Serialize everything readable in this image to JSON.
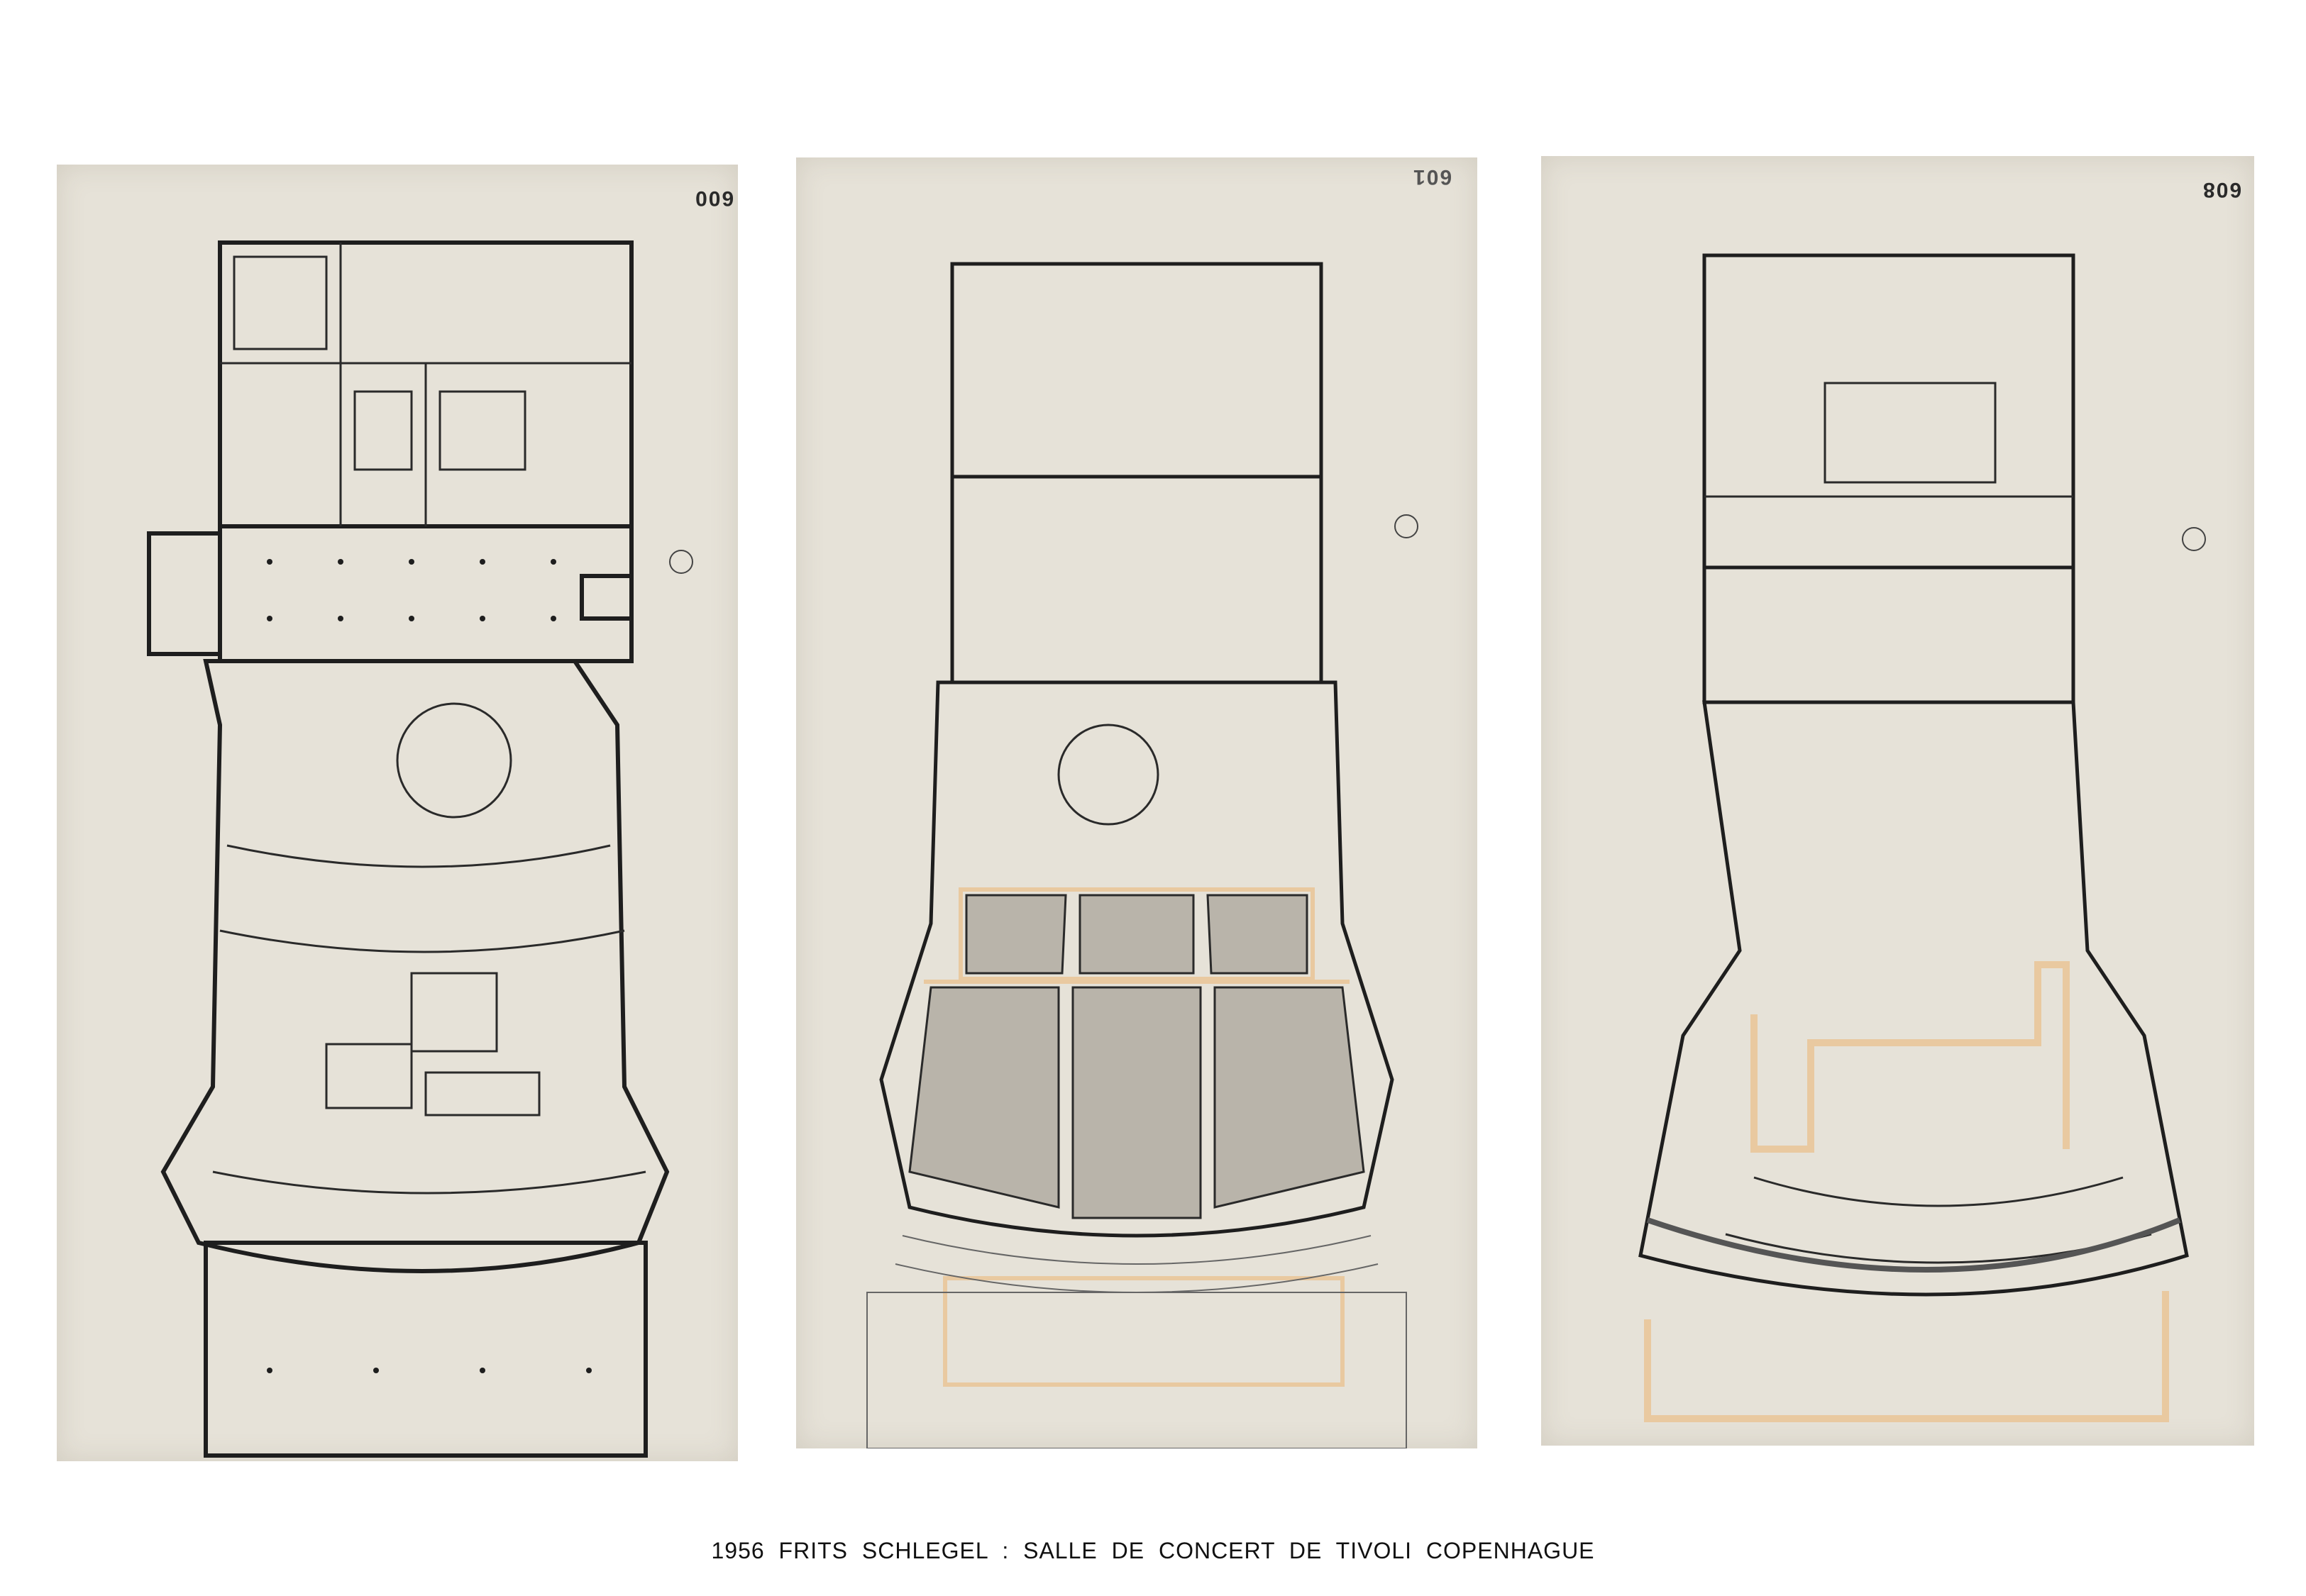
{
  "caption": "1956 FRITS SCHLEGEL : SALLE DE CONCERT DE TIVOLI COPENHAGUE",
  "sheets": [
    {
      "number": "600",
      "description": "ground-floor-plan"
    },
    {
      "number": "601",
      "description": "auditorium-seating-plan"
    },
    {
      "number": "608",
      "description": "upper-floor-plan"
    }
  ],
  "colors": {
    "paper": "#e6e2d8",
    "ink": "#1e1e1e",
    "tape": "#e9c9a0"
  }
}
